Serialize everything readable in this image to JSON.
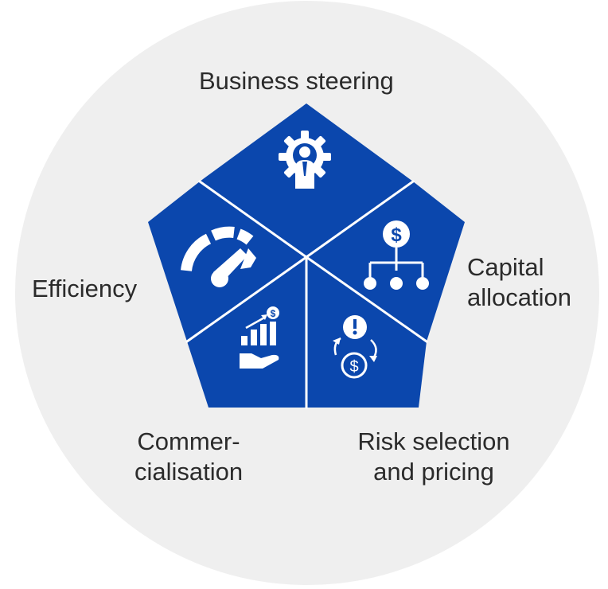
{
  "diagram": {
    "colors": {
      "background_circle": "#efefef",
      "segment_fill": "#0b47ad",
      "divider": "#ffffff",
      "icon": "#ffffff",
      "label_text": "#2b2b2b"
    },
    "segments": {
      "business_steering": {
        "label": "Business steering",
        "icon": "person-gear-icon"
      },
      "capital_allocation": {
        "label_line1": "Capital",
        "label_line2": "allocation",
        "icon": "dollar-hierarchy-icon"
      },
      "risk_selection": {
        "label_line1": "Risk selection",
        "label_line2": "and pricing",
        "icon": "risk-cycle-icon"
      },
      "commercialisation": {
        "label_line1": "Commer-",
        "label_line2": "cialisation",
        "icon": "growth-hand-icon"
      },
      "efficiency": {
        "label": "Efficiency",
        "icon": "gauge-icon"
      }
    }
  }
}
